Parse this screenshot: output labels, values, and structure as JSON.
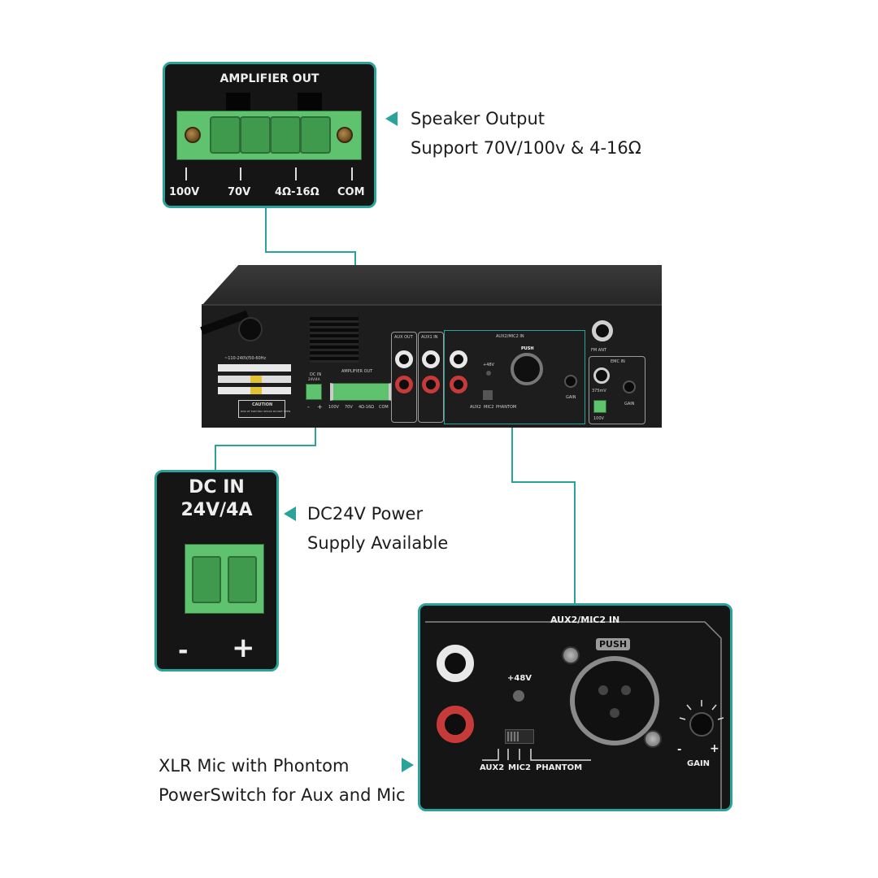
{
  "amplifier_panel": {
    "title": "AMPLIFIER OUT",
    "terminals": [
      "100V",
      "70V",
      "4Ω-16Ω",
      "COM"
    ]
  },
  "speaker_callout": {
    "line1": "Speaker Output",
    "line2": "Support 70V/100v & 4-16Ω"
  },
  "dc_panel": {
    "title_line1": "DC IN",
    "title_line2": "24V/4A",
    "minus": "-",
    "plus": "+"
  },
  "dc_callout": {
    "line1": "DC24V Power",
    "line2": "Supply Available"
  },
  "mic_panel": {
    "title": "AUX2/MIC2 IN",
    "phantom_label": "+48V",
    "push_label": "PUSH",
    "switch_labels": [
      "AUX2",
      "MIC2",
      "PHANTOM"
    ],
    "gain_label": "GAIN",
    "gain_minus": "-",
    "gain_plus": "+"
  },
  "mic_callout": {
    "line1": "XLR Mic with Phontom",
    "line2": "PowerSwitch for Aux and Mic"
  },
  "device_labels": {
    "voltage": "~110-240V/50-60Hz",
    "dc_in": "DC IN",
    "dc_in_sub": "24V/4A",
    "amp_out": "AMPLIFIER OUT",
    "amp_terms": [
      "100V",
      "70V",
      "4Ω-16Ω",
      "COM"
    ],
    "aux_out": "AUX OUT",
    "aux1_in": "AUX1 IN",
    "aux2mic2_in": "AUX2/MIC2 IN",
    "phantom": "+48V",
    "push": "PUSH",
    "switch_labels": [
      "AUX2",
      "MIC2",
      "PHANTOM"
    ],
    "gain": "GAIN",
    "fm_ant": "FM ANT",
    "emc_in": "EMC IN",
    "emc_sub": "375mV",
    "v100": "100V",
    "caution": "CAUTION",
    "caution_sub": "RISK OF ELECTRIC SHOCK DO NOT OPEN",
    "dc_minus": "-",
    "dc_plus": "+"
  },
  "colors": {
    "accent": "#2aa39a",
    "panel": "#151515",
    "terminal_green": "#5fc26f",
    "text": "#1c1c1c"
  }
}
